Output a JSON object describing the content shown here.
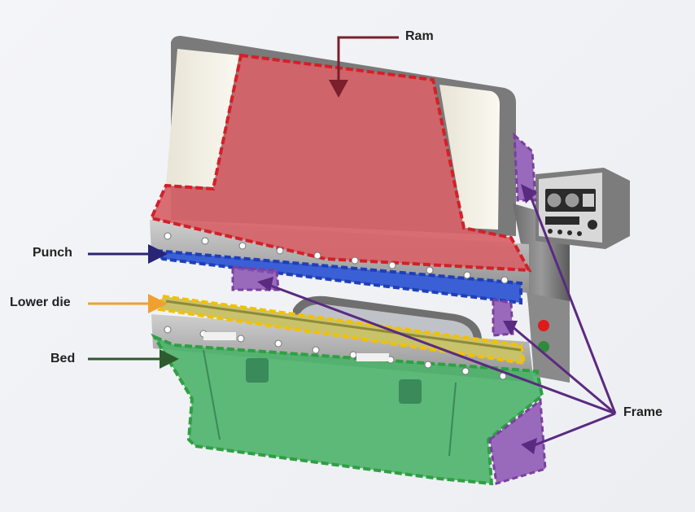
{
  "labels": {
    "ram": "Ram",
    "punch": "Punch",
    "lower_die": "Lower die",
    "bed": "Bed",
    "frame": "Frame"
  },
  "colors": {
    "ram": "#d42027",
    "punch": "#1e3fb8",
    "lower_die": "#f2c100",
    "bed": "#2ea043",
    "frame": "#7b3fa0",
    "ram_arrow": "#7a1f2b",
    "punch_arrow": "#2a2475",
    "lower_die_arrow": "#f0a030",
    "bed_arrow": "#2d5a2e",
    "frame_arrow": "#5a2a80"
  }
}
